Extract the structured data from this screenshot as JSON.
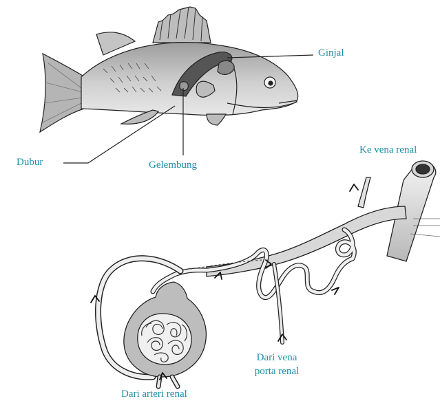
{
  "labels": {
    "ginjal": "Ginjal",
    "dubur": "Dubur",
    "gelembung": "Gelembung",
    "ke_vena_renal": "Ke vena renal",
    "dari_vena_line1": "Dari vena",
    "dari_vena_line2": "porta renal",
    "dari_arteri_renal": "Dari arteri renal"
  },
  "colors": {
    "label_text": "#1c8fa6",
    "outline": "#222222",
    "fish_body": "#c9c9c9",
    "vessel_fill": "#e6e6e6"
  },
  "icons": [
    "fish-illustration",
    "nephron-illustration",
    "flow-arrow-icon"
  ]
}
